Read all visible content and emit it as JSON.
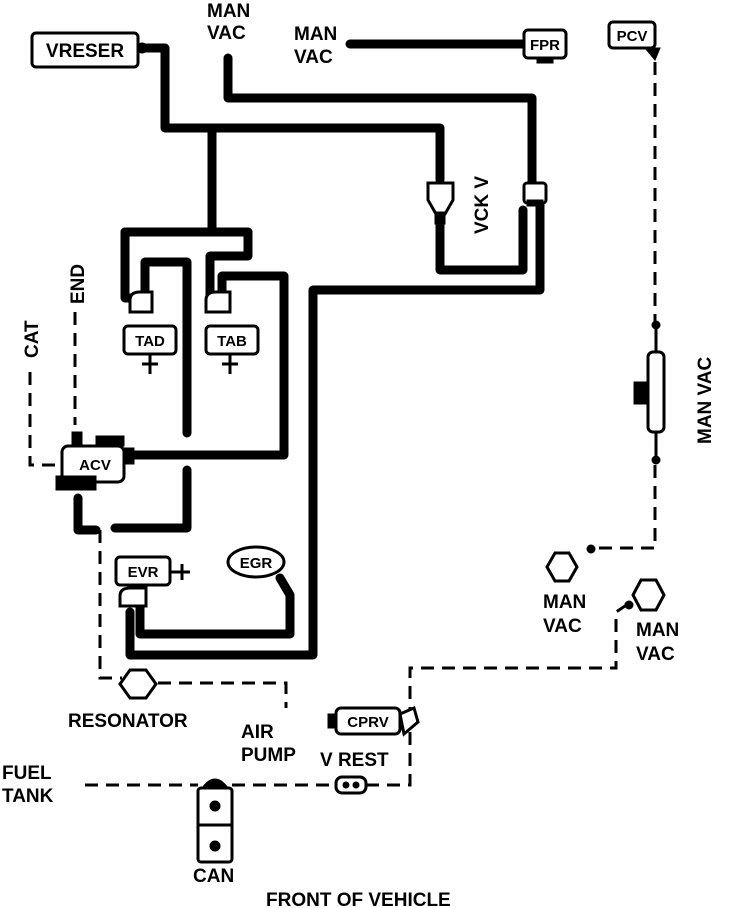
{
  "labels": {
    "vreser": "VRESER",
    "man_vac_top_line1": "MAN",
    "man_vac_top_line2": "VAC",
    "man_vac_fpr_line1": "MAN",
    "man_vac_fpr_line2": "VAC",
    "fpr": "FPR",
    "pcv": "PCV",
    "vck_v": "VCK V",
    "end": "END",
    "cat": "CAT",
    "tad": "TAD",
    "tab": "TAB",
    "acv": "ACV",
    "man_vac_right": "MAN VAC",
    "evr": "EVR",
    "egr": "EGR",
    "man_vac_mid_line1": "MAN",
    "man_vac_mid_line2": "VAC",
    "man_vac_low_line1": "MAN",
    "man_vac_low_line2": "VAC",
    "resonator": "RESONATOR",
    "air_pump_line1": "AIR",
    "air_pump_line2": "PUMP",
    "cprv": "CPRV",
    "v_rest": "V REST",
    "fuel_tank_line1": "FUEL",
    "fuel_tank_line2": "TANK",
    "can": "CAN",
    "front_of_vehicle": "FRONT OF VEHICLE"
  },
  "colors": {
    "ink": "#000000",
    "paper": "#ffffff"
  }
}
